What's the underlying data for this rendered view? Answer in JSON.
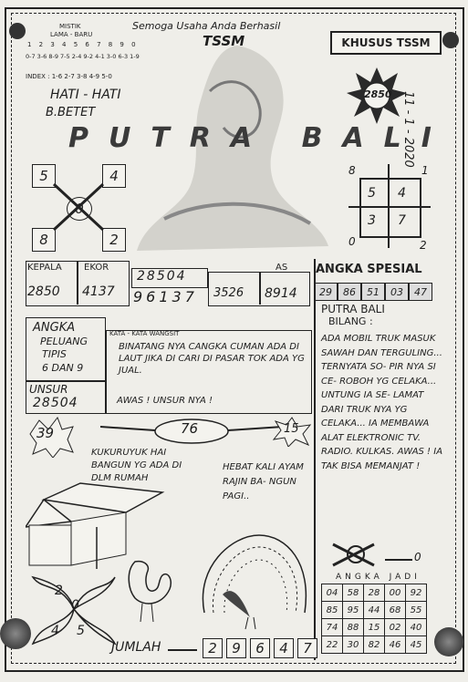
{
  "header": {
    "top_left": "MISTIK",
    "lama_baru": "LAMA - BARU",
    "index_row": "1  2  3  4  5  6  7  8  9  0",
    "mistik_pairs": "0-7  3-6  8-9  7-5  2-4  9-2  4-1  3-0  6-3  1-9",
    "index_line": "INDEX : 1-6  2-7  3-8  4-9  5-0",
    "slogan": "Semoga Usaha Anda Berhasil",
    "brand": "TSSM",
    "badge": "KHUSUS TSSM",
    "date": "11 - 1 - 2020",
    "star_number": "2850",
    "warning_1": "HATI - HATI",
    "warning_2": "B.BETET",
    "title": "PUTRA BALI"
  },
  "cross_left": {
    "tl": "5",
    "tr": "4",
    "center": "0",
    "bl": "8",
    "br": "2"
  },
  "cross_right": {
    "corner_tl": "8",
    "corner_tr": "1",
    "corner_bl": "0",
    "corner_br": "2",
    "g1": "5",
    "g2": "4",
    "g3": "3",
    "g4": "7"
  },
  "numbers": {
    "kepala": "KEPALA",
    "ekor": "EKOR",
    "as": "AS",
    "center_top": "28504",
    "v1": "2850",
    "v2": "4137",
    "v3": "96137",
    "v4": "3526",
    "v5": "8914"
  },
  "spesial": {
    "title": "ANGKA SPESIAL",
    "values": [
      "29",
      "86",
      "51",
      "03",
      "47"
    ]
  },
  "peluang": {
    "title": "ANGKA",
    "l2": "PELUANG",
    "l3": "TIPIS",
    "l4": "6 DAN 9"
  },
  "wangsit": {
    "label": "KATA - KATA WANGSIT",
    "text": "BINATANG NYA CANGKA CUMAN ADA DI LAUT JIKA DI CARI DI PASAR TOK ADA YG JUAL.",
    "footer": "AWAS ! UNSUR NYA !"
  },
  "unsur": {
    "label": "UNSUR",
    "value": "28504"
  },
  "bubbles": {
    "left": "39",
    "mid": "76",
    "right": "15"
  },
  "kukuruyuk": "KUKURUYUK HAI BANGUN YG ADA DI DLM RUMAH",
  "hebat": "HEBAT KALI AYAM RAJIN BA- NGUN PAGI..",
  "bali": {
    "title": "PUTRA BALI",
    "subtitle": "BILANG :",
    "text": "ADA MOBIL TRUK MASUK SAWAH DAN TERGULING... TERNYATA SO- PIR NYA SI CE- ROBOH YG CELAKA... UNTUNG IA SE- LAMAT DARI TRUK NYA YG CELAKA... IA MEMBAWA ALAT ELEKTRONIC TV. RADIO. KULKAS. AWAS ! IA TAK BISA MEMANJAT !"
  },
  "angka_jadi": {
    "title": "ANGKA JADI",
    "rows": [
      [
        "04",
        "58",
        "28",
        "00",
        "92"
      ],
      [
        "85",
        "95",
        "44",
        "68",
        "55"
      ],
      [
        "74",
        "88",
        "15",
        "02",
        "40"
      ],
      [
        "22",
        "30",
        "82",
        "46",
        "45"
      ]
    ]
  },
  "jumlah": {
    "label": "JUMLAH",
    "digits": [
      "2",
      "9",
      "6",
      "4",
      "7"
    ]
  },
  "flower_digits": {
    "top": "2",
    "mid": "0",
    "bl": "4",
    "br": "5"
  },
  "arrow_right": "0"
}
